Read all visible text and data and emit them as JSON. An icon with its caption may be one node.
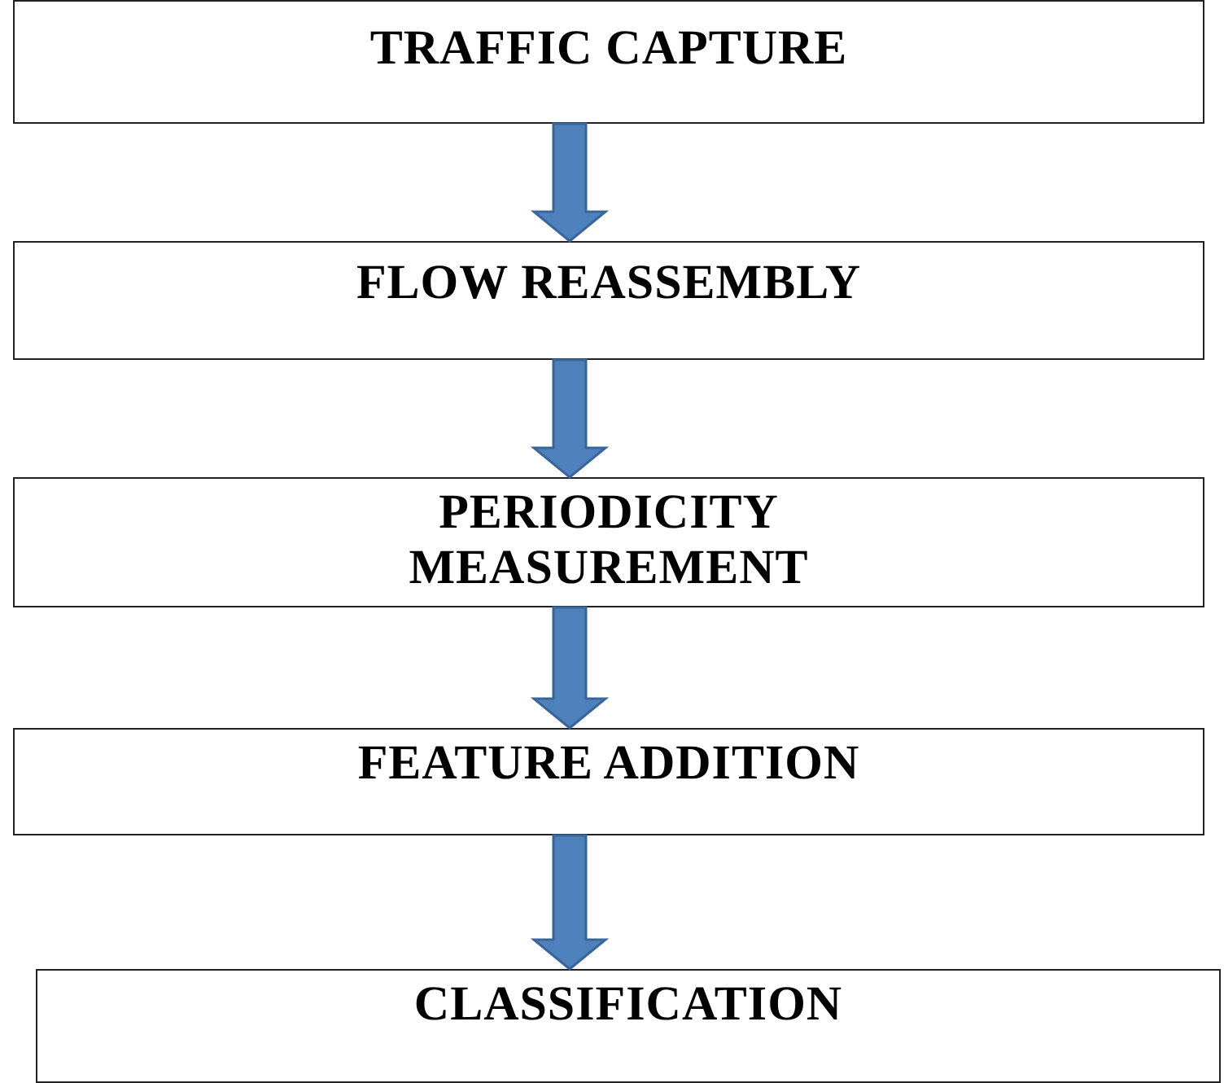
{
  "diagram": {
    "nodes": [
      {
        "text": [
          "TRAFFIC CAPTURE"
        ]
      },
      {
        "text": [
          "FLOW REASSEMBLY"
        ]
      },
      {
        "text": [
          "PERIODICITY MEASUREMENT"
        ]
      },
      {
        "text": [
          "FEATURE ADDITION"
        ]
      },
      {
        "text": [
          "CLASSIFICATION"
        ]
      }
    ],
    "edges": [
      {
        "from": 0,
        "to": 1,
        "arrow": "to"
      },
      {
        "from": 1,
        "to": 2,
        "arrow": "to"
      },
      {
        "from": 2,
        "to": 3,
        "arrow": "to"
      },
      {
        "from": 3,
        "to": 4,
        "arrow": "to"
      }
    ]
  }
}
